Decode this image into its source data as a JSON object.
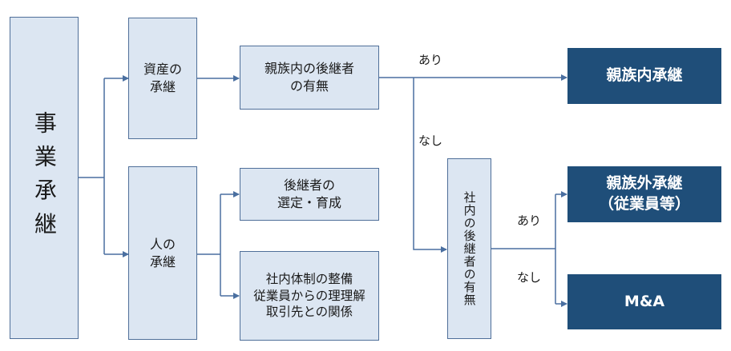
{
  "nodes": {
    "root": "事業承継",
    "asset": "資産の\n承継",
    "person": "人の\n承継",
    "family_q": "親族内の後継者\nの有無",
    "successor": "後継者の\n選定・育成",
    "internal": "社内体制の整備\n従業員からの理理解\n取引先との関係",
    "company_q": "社内の後継者の有無",
    "family_out": "親族内承継",
    "employee_out": "親族外承継\n（従業員等）",
    "ma_out": "M&A"
  },
  "labels": {
    "yes_top": "あり",
    "no_top": "なし",
    "yes_bottom": "あり",
    "no_bottom": "なし"
  },
  "colors": {
    "box_fill": "#dce6f2",
    "box_border": "#4f6f99",
    "dark_fill": "#1f4e79",
    "line": "#4a6fa0"
  }
}
